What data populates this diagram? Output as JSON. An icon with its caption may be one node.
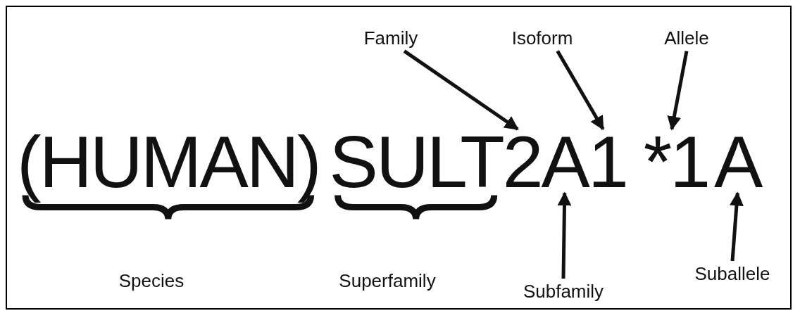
{
  "diagram": {
    "nodes": [
      {
        "text": [
          "Family"
        ]
      },
      {
        "text": [
          "Isoform"
        ]
      },
      {
        "text": [
          "Allele"
        ]
      },
      {
        "text": [
          "2"
        ]
      },
      {
        "text": [
          "A"
        ]
      },
      {
        "text": [
          "1"
        ]
      },
      {
        "text": [
          "*1"
        ]
      },
      {
        "text": [
          "A"
        ]
      },
      {
        "text": [
          "Subfamily"
        ]
      },
      {
        "text": [
          "Suballele"
        ]
      }
    ],
    "edges": [
      {
        "from": 0,
        "to": 3,
        "arrow": "to"
      },
      {
        "from": 1,
        "to": 5,
        "arrow": "to"
      },
      {
        "from": 2,
        "to": 6,
        "arrow": "to"
      },
      {
        "from": 8,
        "to": 4,
        "arrow": "to"
      },
      {
        "from": 9,
        "to": 7,
        "arrow": "to"
      }
    ],
    "labels": [
      "(HUMAN)",
      "SULT",
      "Species",
      "Superfamily"
    ]
  }
}
